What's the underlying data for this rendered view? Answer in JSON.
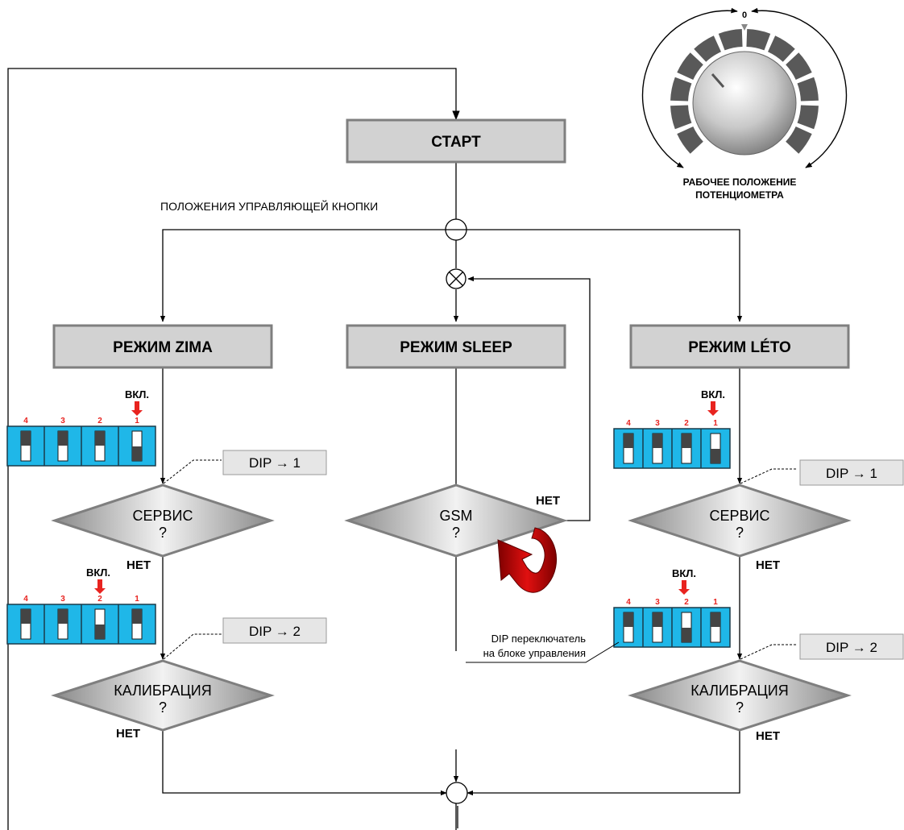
{
  "colors": {
    "box_fill": "#d2d2d2",
    "box_border": "#7f7f7f",
    "dip_body": "#1fb7e8",
    "dip_on_indicator": "#e8231f",
    "knob_segment": "#595959",
    "dip_label_fill": "#e6e6e6"
  },
  "start": {
    "label": "СТАРТ"
  },
  "buttons_position_label": "ПОЛОЖЕНИЯ УПРАВЛЯЮЩЕЙ КНОПКИ",
  "modes": {
    "zima": {
      "label": "РЕЖИМ ZIMA"
    },
    "sleep": {
      "label": "РЕЖИМ SLEEP"
    },
    "leto": {
      "label": "РЕЖИМ LÉTO"
    }
  },
  "decisions": {
    "service_left": {
      "line1": "СЕРВИС",
      "line2": "?"
    },
    "calibration_left": {
      "line1": "КАЛИБРАЦИЯ",
      "line2": "?"
    },
    "gsm": {
      "line1": "GSM",
      "line2": "?"
    },
    "service_right": {
      "line1": "СЕРВИС",
      "line2": "?"
    },
    "calibration_right": {
      "line1": "КАЛИБРАЦИЯ",
      "line2": "?"
    }
  },
  "no_label": "НЕТ",
  "on_label": "ВКЛ.",
  "dip_switch_numbers": [
    "4",
    "3",
    "2",
    "1"
  ],
  "dip_labels": {
    "dip1": "DIP → 1",
    "dip2": "DIP → 2"
  },
  "dip_note": {
    "line1": "DIP переключатель",
    "line2": "на блоке управления"
  },
  "knob": {
    "zero_label": "0",
    "caption_line1": "РАБОЧЕЕ ПОЛОЖЕНИЕ",
    "caption_line2": "ПОТЕНЦИОМЕТРА",
    "icon": "potentiometer-knob-icon"
  }
}
